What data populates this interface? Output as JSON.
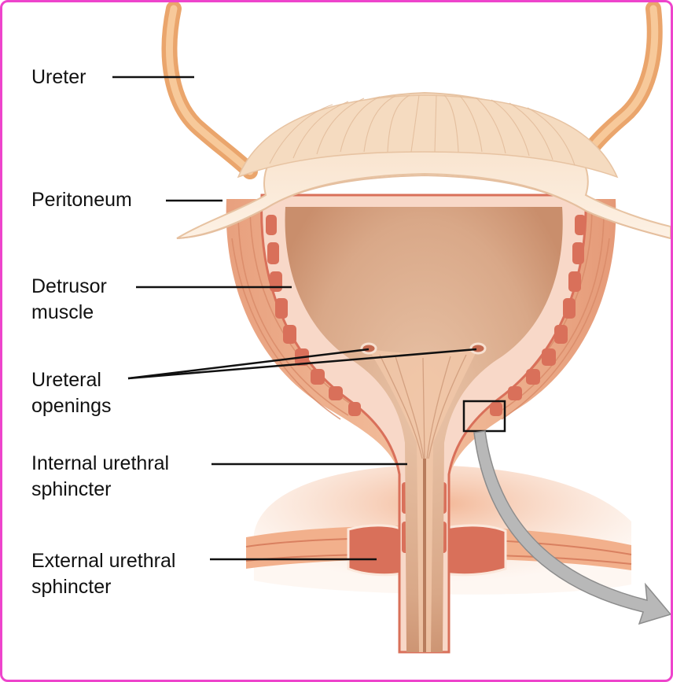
{
  "labels": {
    "ureter": [
      "Ureter"
    ],
    "peritoneum": [
      "Peritoneum"
    ],
    "detrusor": [
      "Detrusor",
      "muscle"
    ],
    "ureteral_openings": [
      "Ureteral",
      "openings"
    ],
    "internal_sphincter": [
      "Internal urethral",
      "sphincter"
    ],
    "external_sphincter": [
      "External urethral",
      "sphincter"
    ]
  },
  "colors": {
    "frame_border": "#ee44cc",
    "ureter": "#f0b47e",
    "peritoneum": "#fbe8d4",
    "muscle": "#e08a6c",
    "wall_blocks": "#d9705a",
    "lumen": "#d8a888",
    "arrow": "#a8a8a8"
  }
}
